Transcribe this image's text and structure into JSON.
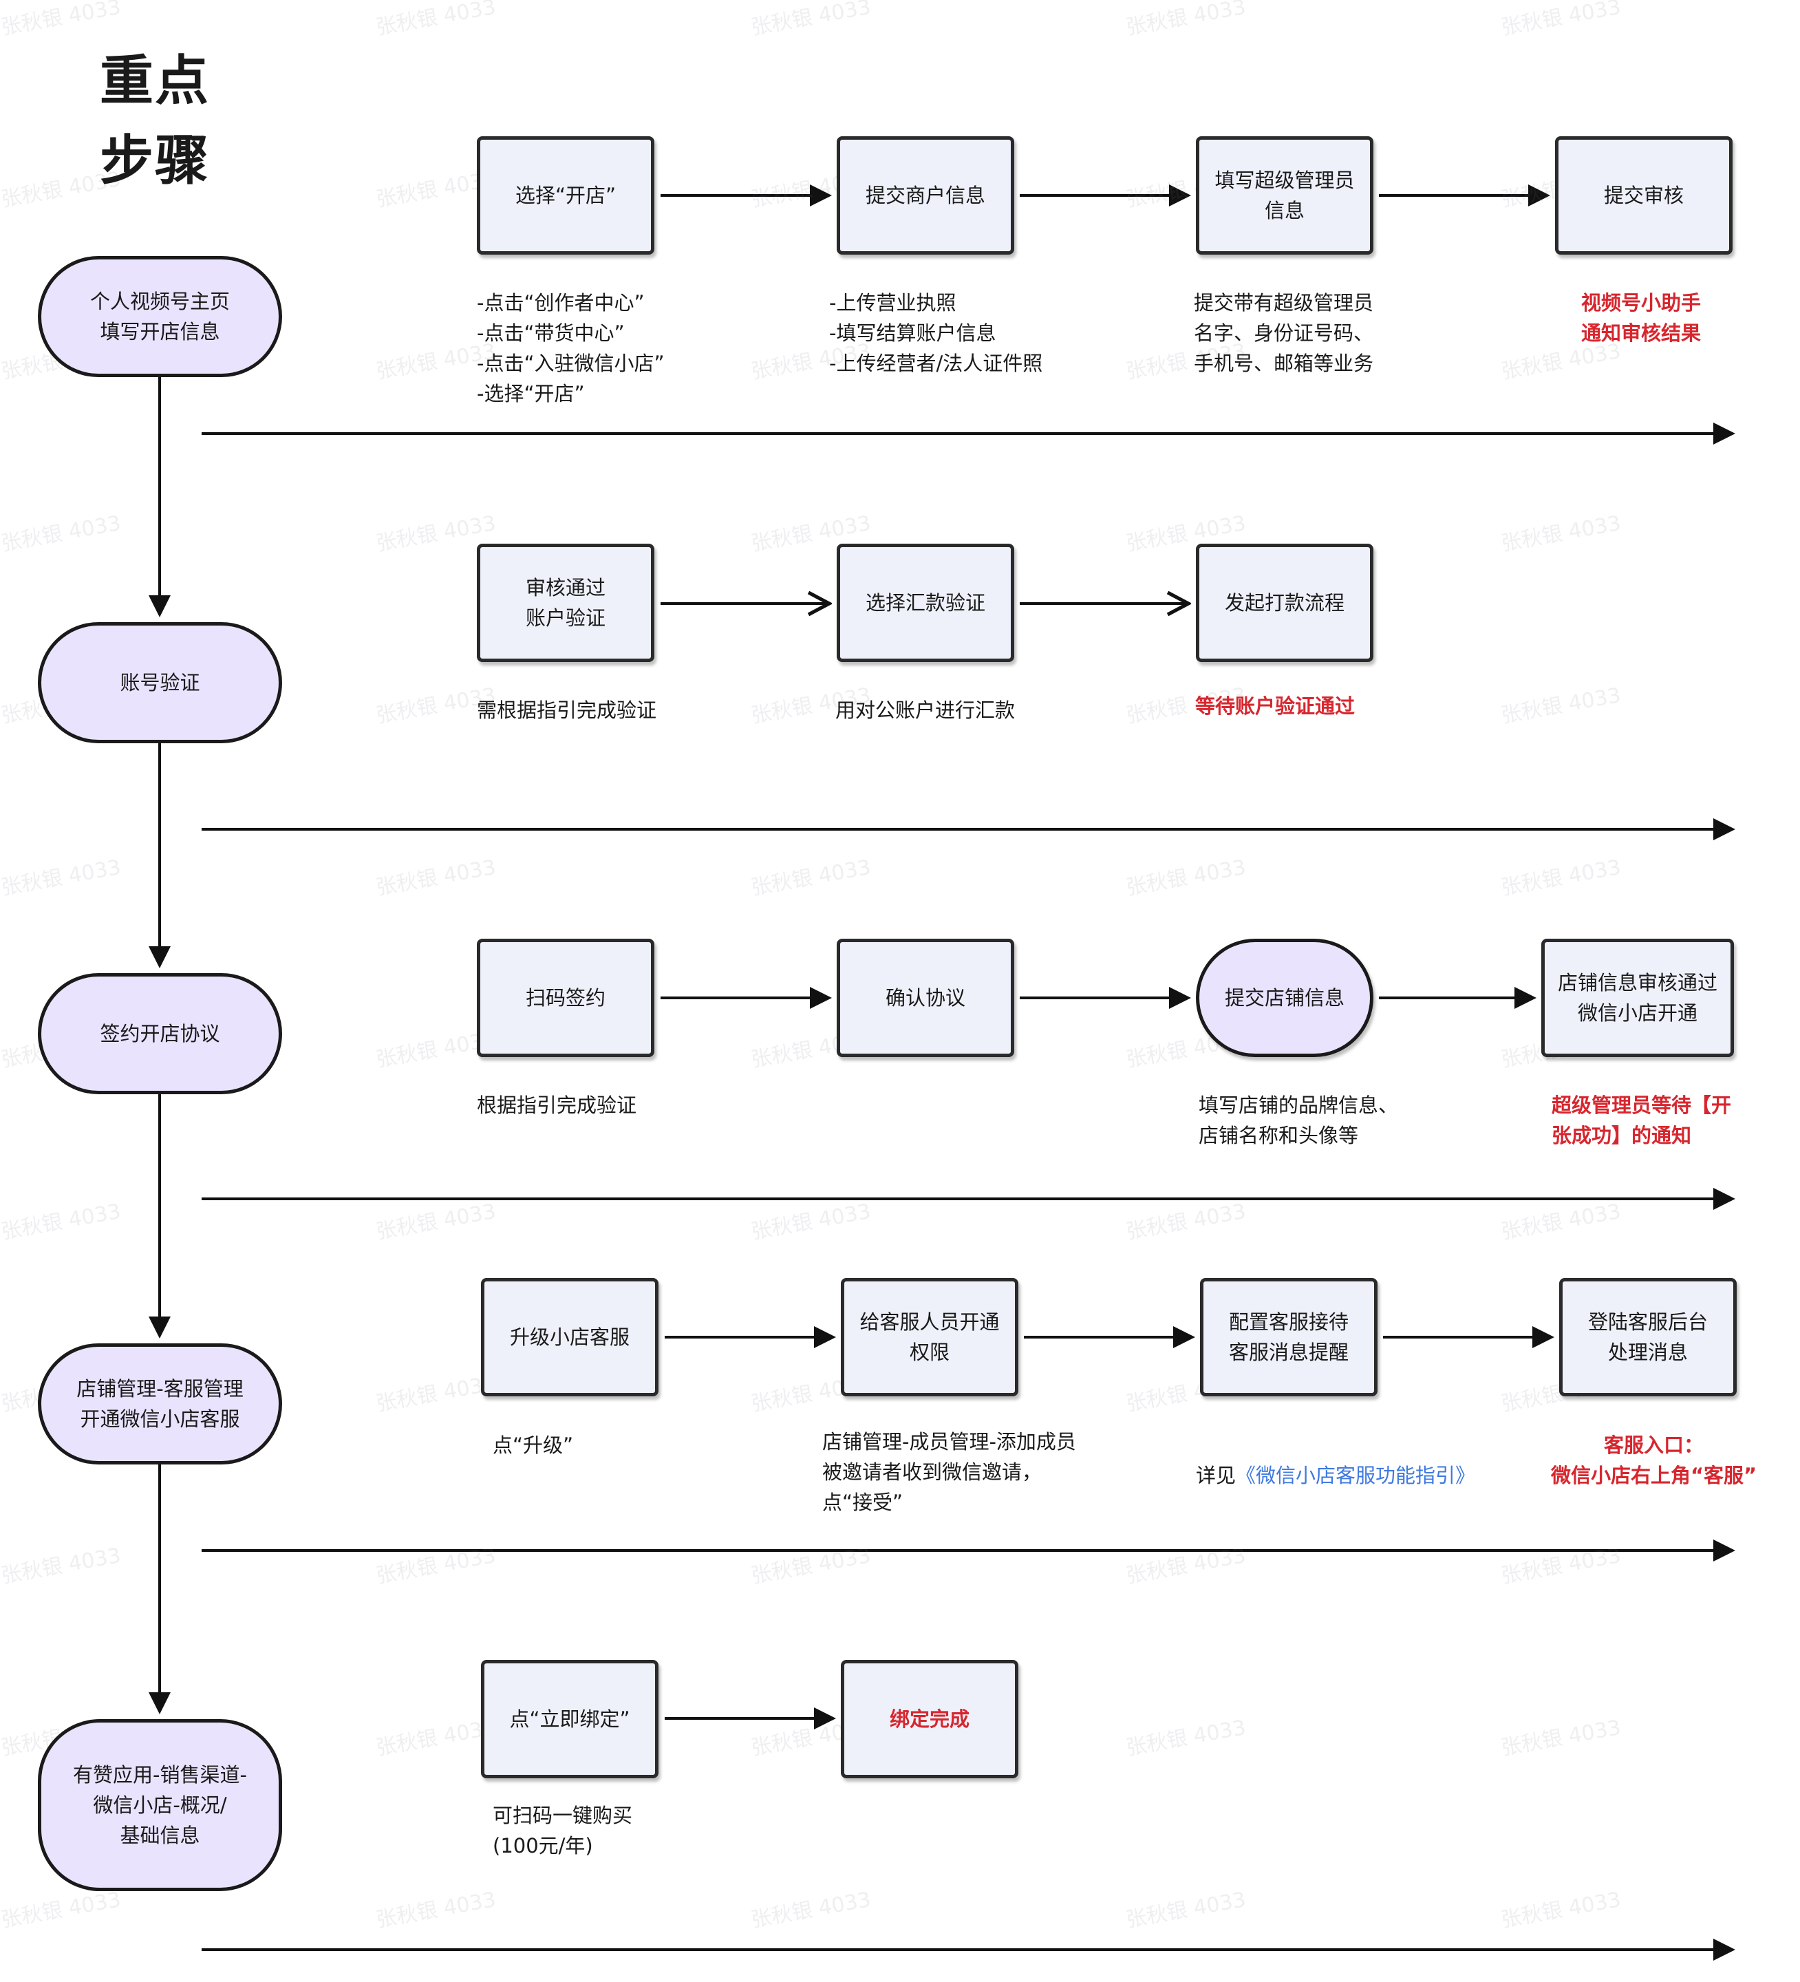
{
  "title": "重点\n步骤",
  "watermark": "张秋银 4033",
  "stages": [
    {
      "id": "s1",
      "label": "个人视频号主页\n填写开店信息"
    },
    {
      "id": "s2",
      "label": "账号验证"
    },
    {
      "id": "s3",
      "label": "签约开店协议"
    },
    {
      "id": "s4",
      "label": "店铺管理-客服管理\n开通微信小店客服"
    },
    {
      "id": "s5",
      "label": "有赞应用-销售渠道-\n微信小店-概况/\n基础信息"
    }
  ],
  "rows": [
    {
      "boxes": [
        "选择“开店”",
        "提交商户信息",
        "填写超级管理员\n信息",
        "提交审核"
      ],
      "notes": [
        {
          "text": "-点击“创作者中心”\n-点击“带货中心”\n-点击“入驻微信小店”\n-选择“开店”"
        },
        {
          "text": "-上传营业执照\n-填写结算账户信息\n-上传经营者/法人证件照"
        },
        {
          "text": "提交带有超级管理员\n名字、身份证号码、\n手机号、邮箱等业务"
        },
        {
          "text": "视频号小助手\n通知审核结果",
          "red": true
        }
      ]
    },
    {
      "boxes": [
        "审核通过\n账户验证",
        "选择汇款验证",
        "发起打款流程"
      ],
      "notes": [
        {
          "text": "需根据指引完成验证"
        },
        {
          "text": "用对公账户进行汇款"
        },
        {
          "text": "等待账户验证通过",
          "red": true
        }
      ]
    },
    {
      "boxes": [
        "扫码签约",
        "确认协议",
        "提交店铺信息",
        "店铺信息审核通过\n微信小店开通"
      ],
      "notes": [
        {
          "text": "根据指引完成验证"
        },
        {
          "text": "填写店铺的品牌信息、\n店铺名称和头像等"
        },
        {
          "text": "超级管理员等待【开\n张成功】的通知",
          "red": true
        }
      ]
    },
    {
      "boxes": [
        "升级小店客服",
        "给客服人员开通\n权限",
        "配置客服接待\n客服消息提醒",
        "登陆客服后台\n处理消息"
      ],
      "notes": [
        {
          "text": "点“升级”"
        },
        {
          "text": "店铺管理-成员管理-添加成员\n被邀请者收到微信邀请，\n点“接受”"
        },
        {
          "prefix": "详见",
          "link": "《微信小店客服功能指引》"
        },
        {
          "text": "客服入口：\n微信小店右上角“客服”",
          "red": true
        }
      ]
    },
    {
      "boxes": [
        "点“立即绑定”",
        "绑定完成"
      ],
      "notes": [
        {
          "text": "可扫码一键购买\n(100元/年)"
        }
      ]
    }
  ]
}
